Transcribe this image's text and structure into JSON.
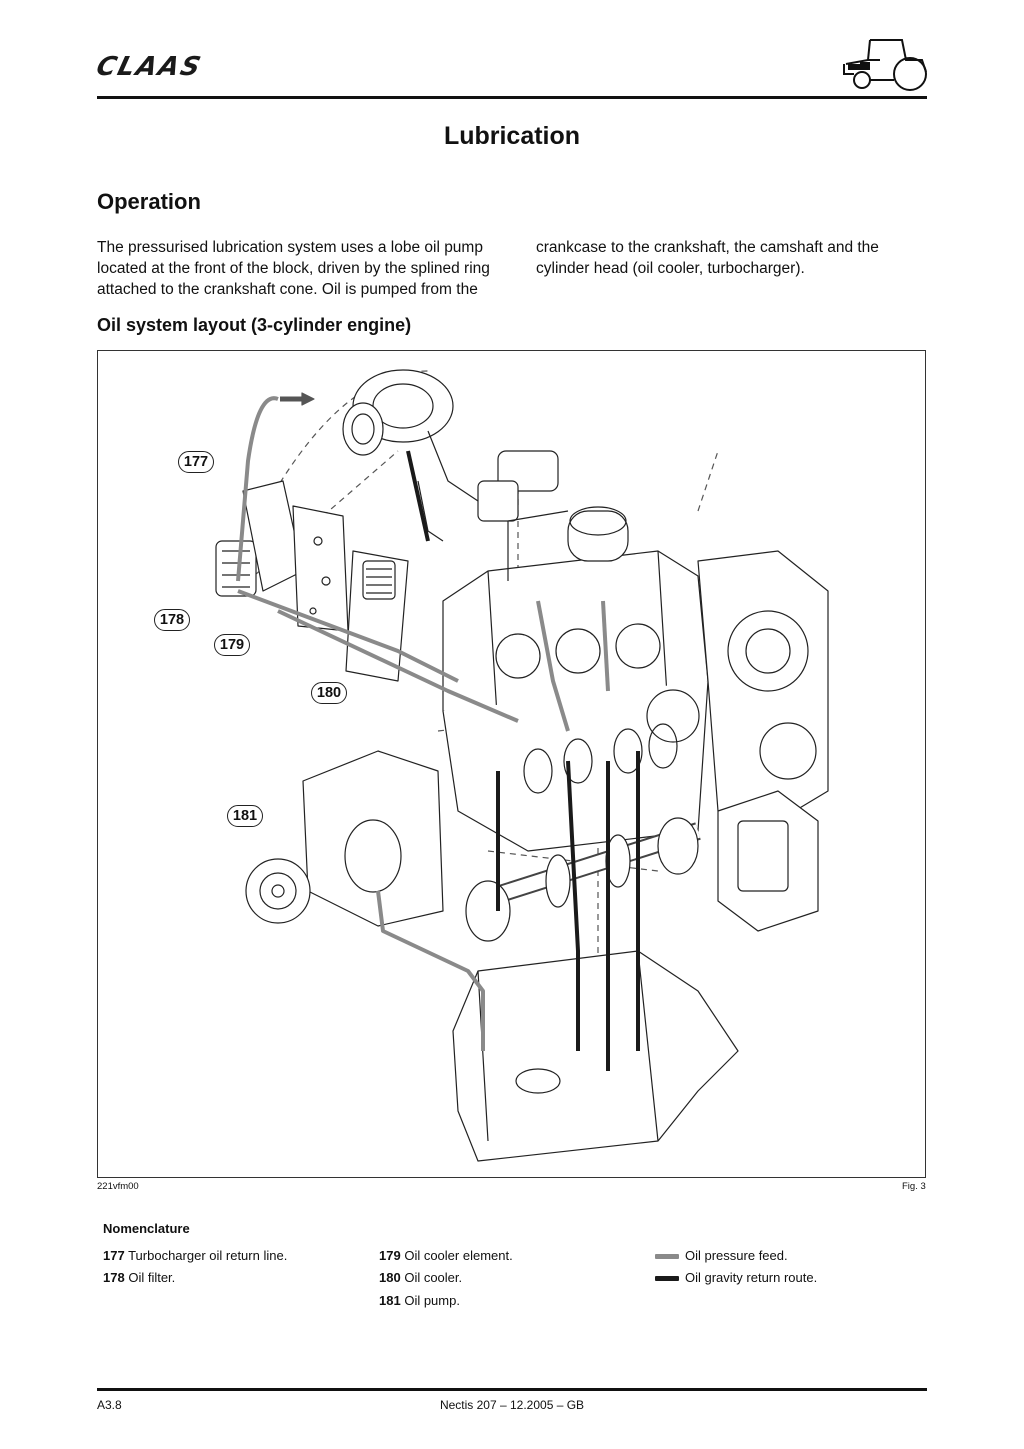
{
  "header": {
    "brand": "CLAAS",
    "tractor_icon": "tractor-icon"
  },
  "page_title": "Lubrication",
  "section_title": "Operation",
  "intro": {
    "left": "The pressurised lubrication system uses a lobe oil pump located at the front of the block, driven by the splined ring attached to the crankshaft cone. Oil is pumped from the",
    "right": "crankcase to the crankshaft, the camshaft and the cylinder head (oil cooler, turbocharger)."
  },
  "figure": {
    "title": "Oil system layout (3-cylinder engine)",
    "image_ref": "221vfm00",
    "fig_number": "Fig. 3",
    "callouts": [
      "177",
      "178",
      "179",
      "180",
      "181"
    ]
  },
  "nomenclature": {
    "title": "Nomenclature",
    "items": [
      {
        "num": "177",
        "text": "Turbocharger oil return line."
      },
      {
        "num": "178",
        "text": "Oil filter."
      },
      {
        "num": "179",
        "text": "Oil cooler element."
      },
      {
        "num": "180",
        "text": "Oil cooler."
      },
      {
        "num": "181",
        "text": "Oil pump."
      }
    ],
    "legend": [
      {
        "label": "Oil pressure feed.",
        "color": "#8a8a8a"
      },
      {
        "label": "Oil gravity return route.",
        "color": "#1a1a1a"
      }
    ]
  },
  "footer": {
    "page": "A3.8",
    "doc": "Nectis 207 – 12.2005 – GB"
  }
}
